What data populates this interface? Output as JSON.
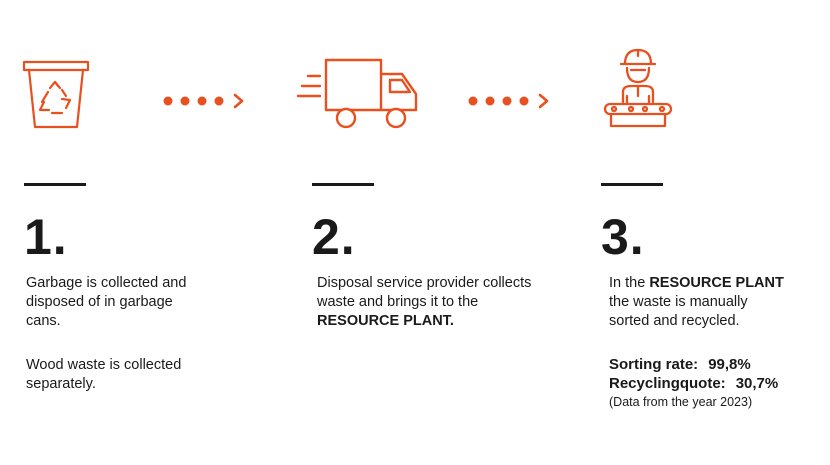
{
  "steps": [
    {
      "icon": "recycling-bin-icon",
      "number": "1.",
      "text_lines": [
        "Garbage is collected and",
        "disposed of in garbage",
        "cans."
      ],
      "extra_lines": [
        "Wood waste is collected",
        "separately."
      ]
    },
    {
      "icon": "delivery-truck-icon",
      "number": "2.",
      "text_lines": [
        "Disposal service provider collects",
        "waste and brings it to the"
      ],
      "bold_line": "RESOURCE PLANT."
    },
    {
      "icon": "sorting-worker-icon",
      "number": "3.",
      "text_prefix": "In the ",
      "text_bold": "RESOURCE PLANT",
      "text_lines": [
        "the waste is manually",
        "sorted and recycled."
      ],
      "stats": [
        {
          "label": "Sorting rate:",
          "value": "99,8%"
        },
        {
          "label": "Recyclingquote:",
          "value": "30,7%"
        }
      ],
      "note": "(Data from the year 2023)"
    }
  ],
  "colors": {
    "accent": "#e8501f",
    "text": "#1a1a1a"
  }
}
